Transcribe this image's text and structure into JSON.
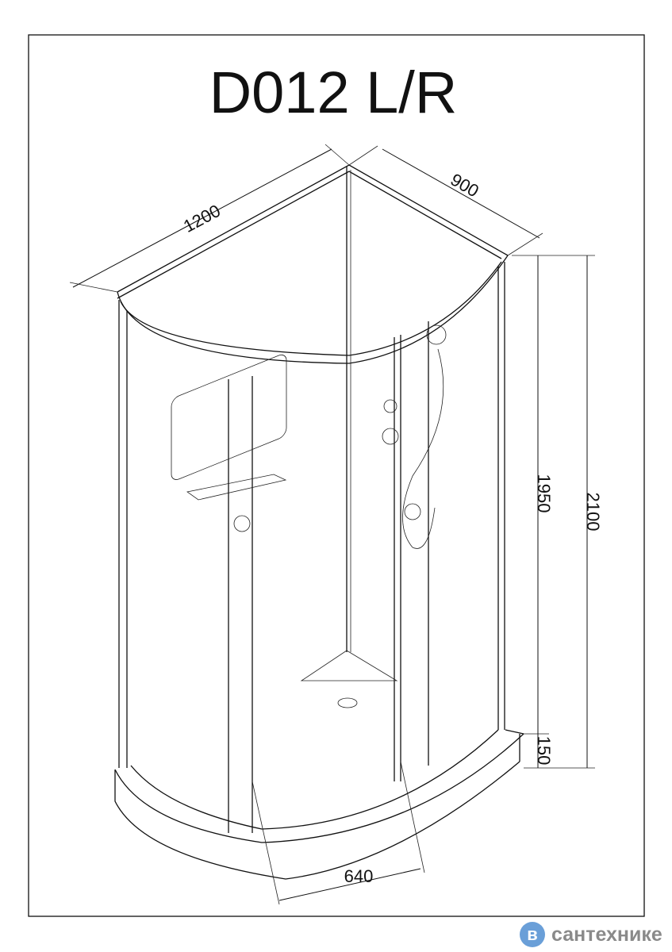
{
  "title": "D012 L/R",
  "dimensions": {
    "length": "1200",
    "depth": "900",
    "cabin_height": "1950",
    "total_height": "2100",
    "tray_height": "150",
    "door_width": "640"
  },
  "logo": {
    "mark": "в",
    "text": "сантехнике",
    "color": "#6a9fd8"
  }
}
